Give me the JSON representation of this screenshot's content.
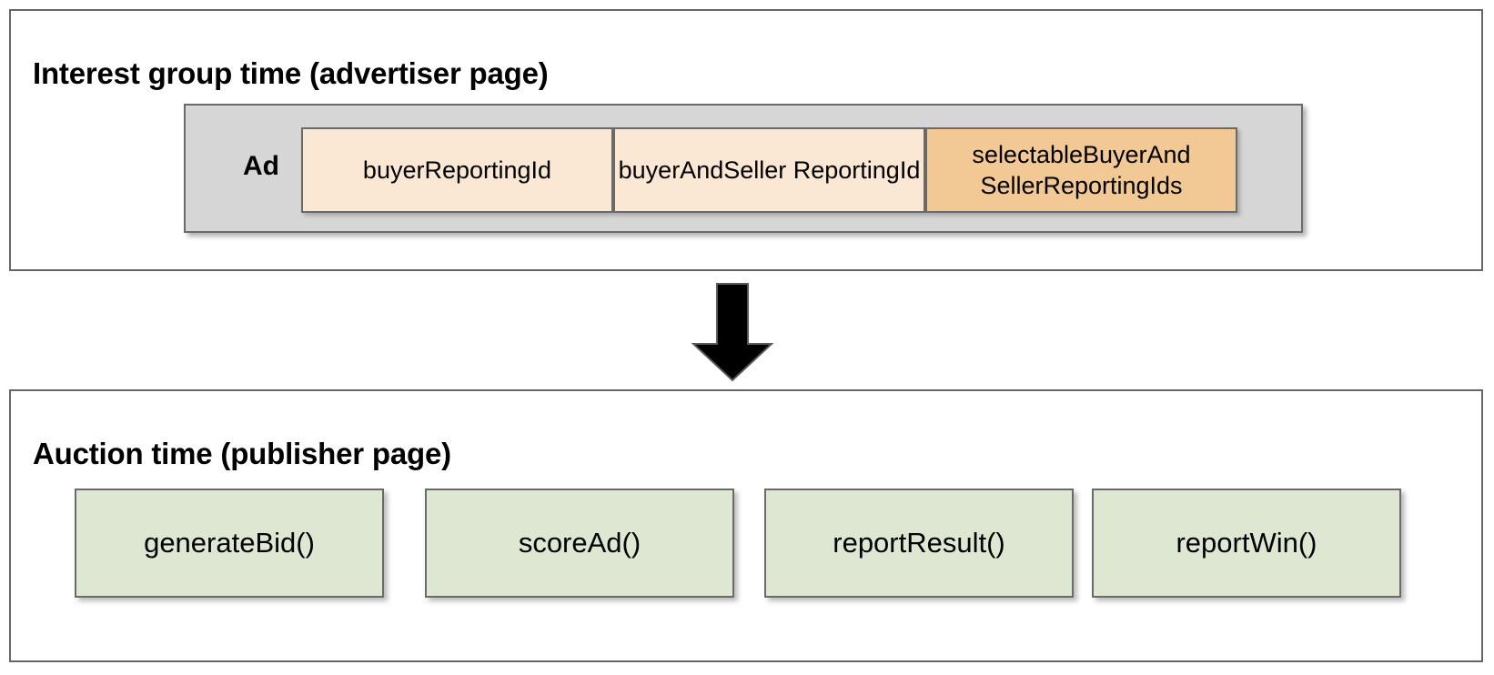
{
  "diagram": {
    "title_top": "Interest group time (advertiser page)",
    "title_bottom": "Auction time (publisher page)",
    "colors": {
      "panel_border": "#666666",
      "box_border": "#6a6a6a",
      "ad_group_fill": "#d6d6d6",
      "reporting_id_light": "#fae8d4",
      "reporting_id_highlight": "#f2c894",
      "function_fill": "#dde7d2",
      "arrow_fill": "#000000",
      "text": "#000000"
    }
  },
  "advertiser_panel": {
    "title": "Interest group time (advertiser page)",
    "ad_group": {
      "label": "Ad",
      "items": [
        {
          "label": "buyerReportingId",
          "variant": "light"
        },
        {
          "label": "buyerAndSeller ReportingId",
          "variant": "light"
        },
        {
          "label": "selectableBuyerAnd SellerReportingIds",
          "variant": "highlight"
        }
      ]
    }
  },
  "flow": {
    "arrow_direction": "down",
    "arrow_icon": "arrow-down-icon"
  },
  "publisher_panel": {
    "title": "Auction time (publisher page)",
    "functions": [
      {
        "label": "generateBid()"
      },
      {
        "label": "scoreAd()"
      },
      {
        "label": "reportResult()"
      },
      {
        "label": "reportWin()"
      }
    ]
  }
}
